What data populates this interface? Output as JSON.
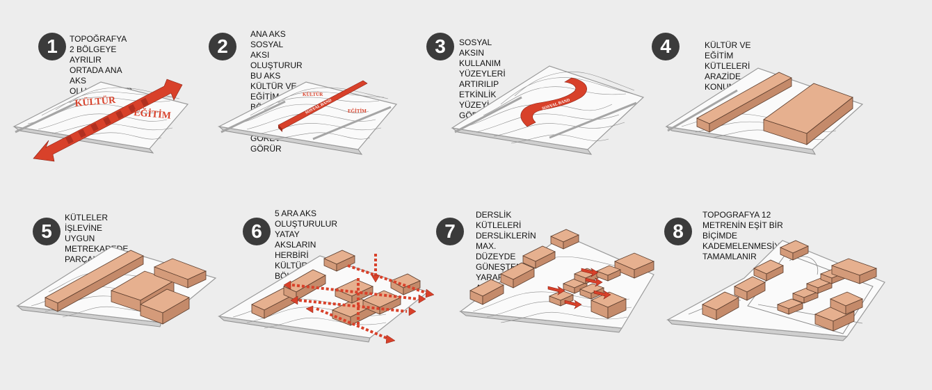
{
  "steps": [
    {
      "number": "1",
      "text": "TOPOĞRAFYA 2 BÖLGEYE AYRILIR\nORTADA ANA AKS OLUŞTURULUR",
      "label_a": "KÜLTÜR",
      "label_b": "EĞİTİM"
    },
    {
      "number": "2",
      "text": "ANA AKS SOSYAL AKSI OLUŞTURUR\nBU AKS KÜLTÜR VE EĞİTİM BÖLGELERİ\nARASINDA TAMPON GÖREV GÖRÜR",
      "label_a": "KÜLTÜR",
      "label_b": "EĞİTİM",
      "band": "SOSYAL BAND"
    },
    {
      "number": "3",
      "text": "SOSYAL AKSIN KULLANIM YÜZEYLERİ ARTIRILIP\nETKİNLİK YÜZEYİ GÖREVİ YÜKLENİR",
      "band": "SOSYAL BAND"
    },
    {
      "number": "4",
      "text": "KÜLTÜR VE EĞİTİM KÜTLELERİ ARAZİDE KONUMLANIR"
    },
    {
      "number": "5",
      "text": "KÜTLELER İŞLEVİNE UYGUN METREKAREDE\nPARÇALANIR"
    },
    {
      "number": "6",
      "text": "5 ARA AKS OLUŞTURULUR\nYATAY AKSLARIN HERBİRİ KÜLTÜR\nBÖLGESİNDE BİR KÜTLEYLE BULUŞUR"
    },
    {
      "number": "7",
      "text": "DERSLİK KÜTLELERİ DERSLİKLERİN MAX.\nDÜZEYDE GÜNEŞTEN YARARLANMASI ADINA\nKAYDIRILIR"
    },
    {
      "number": "8",
      "text": "TOPOGRAFYA 12 METRENİN EŞİT BİR BİÇİMDE\nKADEMELENMESİYLE TAMAMLANIR"
    }
  ],
  "colors": {
    "background": "#ededed",
    "badge": "#3b3b3b",
    "accent_red": "#d8412a",
    "mass": "#e6b08f"
  }
}
